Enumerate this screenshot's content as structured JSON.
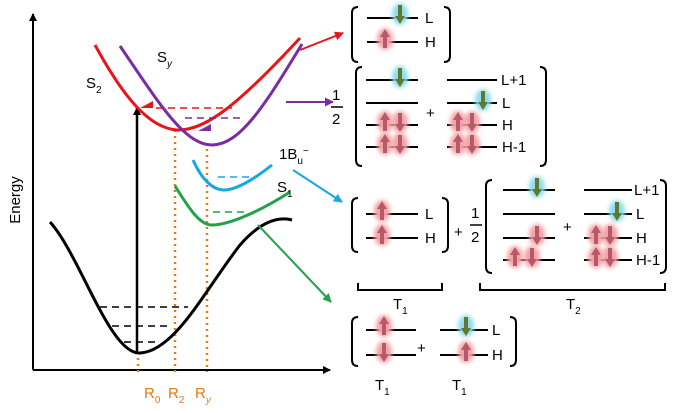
{
  "axis": {
    "ylabel": "Energy"
  },
  "states": {
    "s2": "S",
    "s2_sub": "2",
    "sy": "S",
    "sy_sub": "y",
    "bu": "1B",
    "bu_sub": "u",
    "bu_sup": "−",
    "s1": "S",
    "s1_sub": "1"
  },
  "coords": [
    {
      "main": "R",
      "sub": "0"
    },
    {
      "main": "R",
      "sub": "2"
    },
    {
      "main": "R",
      "sub": "y"
    }
  ],
  "orbitals": {
    "L": "L",
    "H": "H",
    "Lp1": "L+1",
    "Hm1": "H-1"
  },
  "ops": {
    "plus": "+",
    "half_num": "1",
    "half_den": "2"
  },
  "terms": {
    "t": "T",
    "t1_sub": "1",
    "t2_sub": "2"
  },
  "colors": {
    "s2": "#e8141b",
    "sy": "#7a2ca0",
    "bu": "#16a9df",
    "s1": "#20a34a",
    "ground": "#000000",
    "coord": "#e07a1a",
    "up_spin": "#b65a6b",
    "down_spin": "#5f7a2a",
    "red_glow": "#f4a3a6",
    "blue_glow": "#8fdcf0"
  }
}
